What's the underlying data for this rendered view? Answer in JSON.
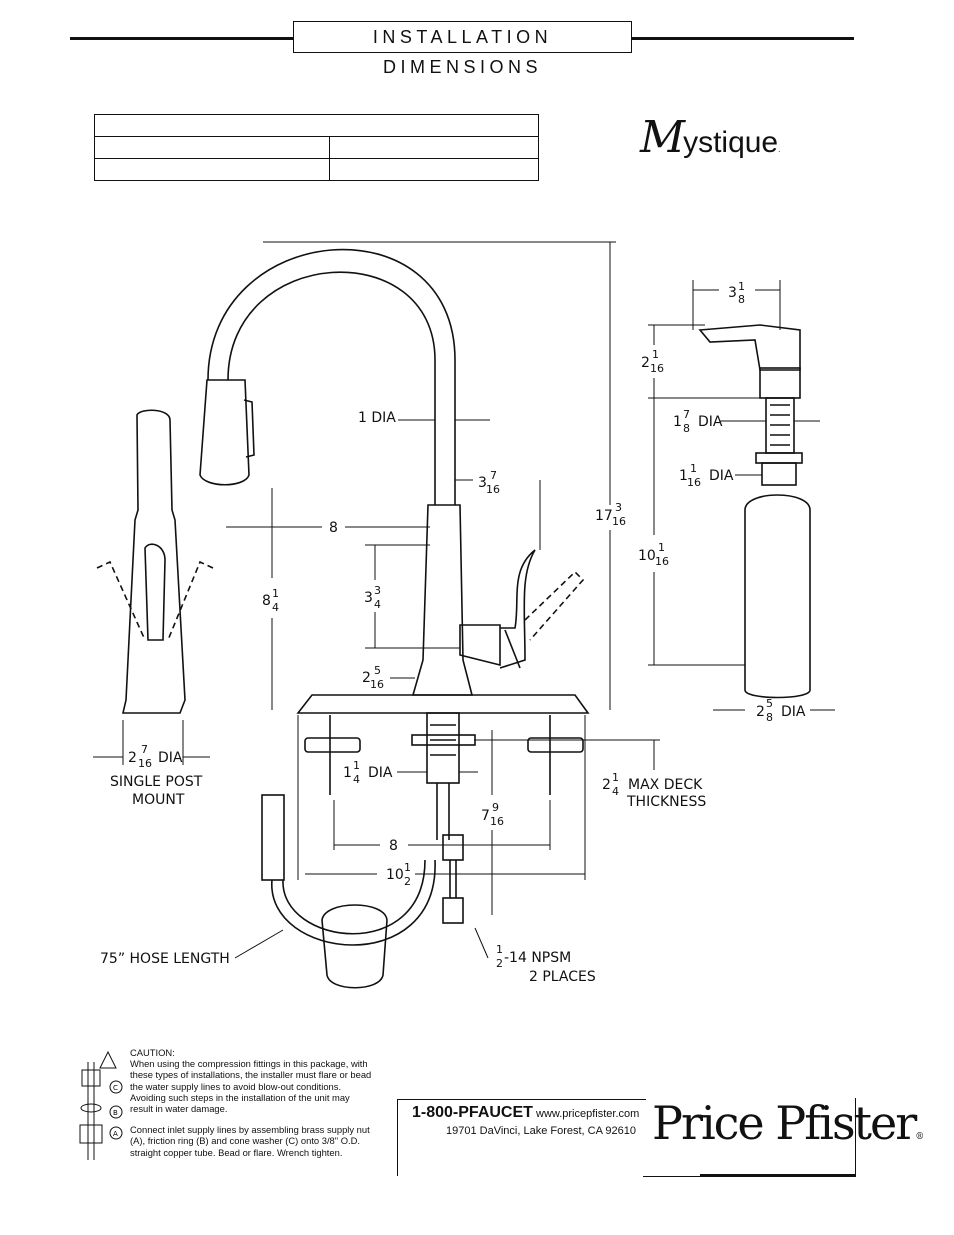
{
  "header": {
    "title": "INSTALLATION DIMENSIONS"
  },
  "brand": {
    "model_logo": "Mystique",
    "company_logo": "Price Pfister"
  },
  "spec_table": {
    "rows": [
      [
        "",
        ""
      ],
      [
        "",
        ""
      ]
    ]
  },
  "dimensions": {
    "spout_width": {
      "whole": "3",
      "num": "1",
      "den": "8"
    },
    "pump_height": {
      "whole": "2",
      "num": "1",
      "den": "16"
    },
    "dia_1": "1 DIA",
    "pump_neck_dia": {
      "whole": "1",
      "num": "7",
      "den": "8",
      "suffix": "DIA"
    },
    "pump_thread_dia": {
      "whole": "1",
      "num": "1",
      "den": "16",
      "suffix": "DIA"
    },
    "spray_offset": {
      "whole": "3",
      "num": "7",
      "den": "16"
    },
    "overall_height": {
      "whole": "17",
      "num": "3",
      "den": "16"
    },
    "bottle_height": {
      "whole": "10",
      "num": "1",
      "den": "16"
    },
    "reach": "8",
    "spout_height": {
      "whole": "8",
      "num": "1",
      "den": "4"
    },
    "handle_height": {
      "whole": "3",
      "num": "3",
      "den": "4"
    },
    "base_height": {
      "whole": "2",
      "num": "5",
      "den": "16"
    },
    "bottle_dia": {
      "whole": "2",
      "num": "5",
      "den": "8",
      "suffix": "DIA"
    },
    "post_dia": {
      "whole": "2",
      "num": "7",
      "den": "16",
      "suffix": "DIA"
    },
    "shank_dia": {
      "whole": "1",
      "num": "1",
      "den": "4",
      "suffix": "DIA"
    },
    "deck": {
      "whole": "2",
      "num": "1",
      "den": "4",
      "suffix": "MAX DECK",
      "line2": "THICKNESS"
    },
    "shank_length": {
      "whole": "7",
      "num": "9",
      "den": "16"
    },
    "center_spacing": "8",
    "plate_width": {
      "whole": "10",
      "num": "1",
      "den": "2"
    },
    "npsm": {
      "num": "1",
      "den": "2",
      "suffix": "-14 NPSM",
      "line2": "2 PLACES"
    }
  },
  "labels": {
    "single_post_1": "SINGLE POST",
    "single_post_2": "MOUNT",
    "hose": "75” HOSE LENGTH"
  },
  "caution": {
    "title": "CAUTION:",
    "p1": "When using the compression fittings in this package, with these types of installations, the installer must flare or bead the water supply lines to avoid blow-out conditions. Avoiding such steps in the installation of the unit may result in water damage.",
    "p2": "Connect inlet supply lines by assembling brass supply nut (A), friction ring (B) and cone washer (C) onto 3/8\" O.D. straight copper tube. Bead or flare. Wrench tighten.",
    "marker_c": "C",
    "marker_b": "B",
    "marker_a": "A"
  },
  "contact": {
    "phone": "1-800-PFAUCET",
    "website": "www.pricepfister.com",
    "address": "19701 DaVinci, Lake Forest, CA  92610"
  }
}
